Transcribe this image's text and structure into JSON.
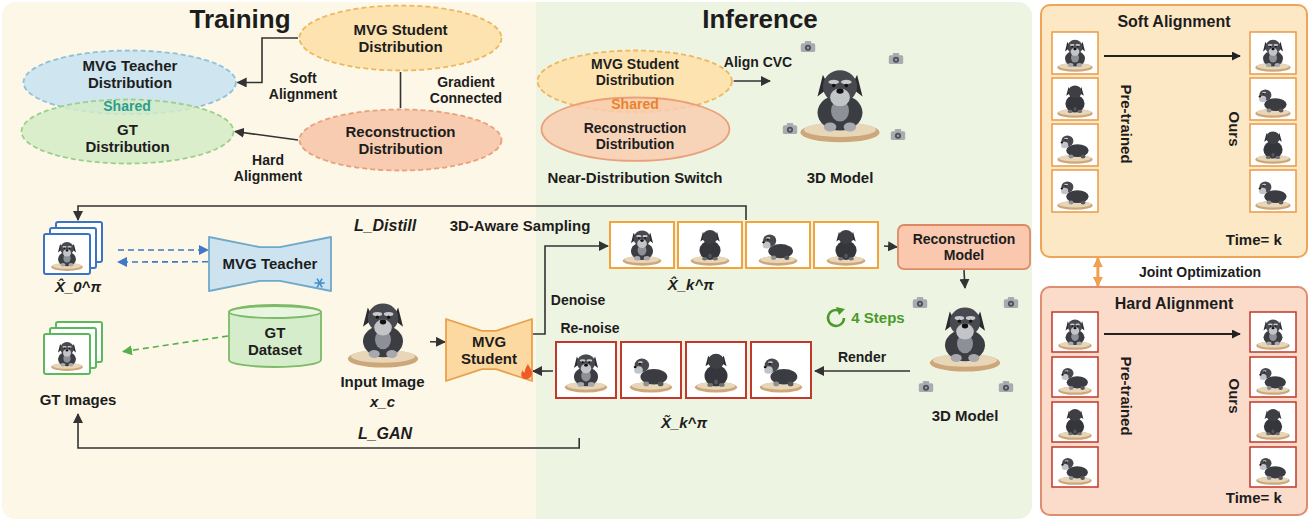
{
  "diagram": {
    "nodes": [
      {
        "text": [
          "MVG Student Distribution"
        ]
      },
      {
        "text": [
          "MVG Teacher Distribution"
        ]
      },
      {
        "text": [
          "GT Distribution"
        ]
      },
      {
        "text": [
          "Reconstruction Distribution"
        ]
      },
      {
        "text": [
          "MVG Student Distribution"
        ]
      },
      {
        "text": [
          "Reconstruction Distribution"
        ]
      },
      {
        "text": [
          "3D Model"
        ]
      },
      {
        "text": [
          "X̂_0^π"
        ]
      },
      {
        "text": [
          "MVG Teacher"
        ]
      },
      {
        "text": [
          "GT Dataset"
        ]
      },
      {
        "text": [
          "GT Images"
        ]
      },
      {
        "text": [
          "Input Image",
          "x_c"
        ]
      },
      {
        "text": [
          "MVG Student"
        ]
      },
      {
        "text": [
          "X̂_k^π"
        ]
      },
      {
        "text": [
          "Reconstruction Model"
        ]
      },
      {
        "text": [
          "3D Model"
        ]
      },
      {
        "text": [
          "X̃_k^π"
        ]
      },
      {
        "text": [
          "Soft Alignment",
          "Pre-trained",
          "Ours",
          "Time= k"
        ]
      },
      {
        "text": [
          "Hard Alignment",
          "Pre-trained",
          "Ours",
          "Time= k"
        ]
      }
    ],
    "edges": [
      {
        "from": 0,
        "to": 1,
        "arrow": "to",
        "label": "Soft Alignment"
      },
      {
        "from": 0,
        "to": 3,
        "arrow": "none",
        "label": "Gradient Connected"
      },
      {
        "from": 3,
        "to": 2,
        "arrow": "to",
        "label": "Hard Alignment"
      },
      {
        "from": 4,
        "to": 6,
        "arrow": "to",
        "label": "Align CVC"
      },
      {
        "from": 7,
        "to": 8,
        "arrow": "to"
      },
      {
        "from": 8,
        "to": 7,
        "arrow": "to"
      },
      {
        "from": 9,
        "to": 10,
        "arrow": "to"
      },
      {
        "from": 11,
        "to": 12,
        "arrow": "to"
      },
      {
        "from": 12,
        "to": 13,
        "arrow": "to",
        "label": "Denoise"
      },
      {
        "from": 13,
        "to": 14,
        "arrow": "to"
      },
      {
        "from": 14,
        "to": 15,
        "arrow": "to"
      },
      {
        "from": 15,
        "to": 16,
        "arrow": "to",
        "label": "Render"
      },
      {
        "from": 16,
        "to": 12,
        "arrow": "to",
        "label": "Re-noise"
      },
      {
        "from": 13,
        "to": 7,
        "arrow": "to",
        "label": "3D-Aware Sampling"
      },
      {
        "from": 16,
        "to": 10,
        "arrow": "to"
      },
      {
        "from": 17,
        "to": 18,
        "arrow": "both",
        "label": "Joint Optimization"
      }
    ],
    "labels": [
      "Training",
      "Inference",
      "Shared",
      "Shared",
      "Near-Distribution Switch",
      "L_Distill",
      "L_GAN",
      "4 Steps"
    ]
  }
}
